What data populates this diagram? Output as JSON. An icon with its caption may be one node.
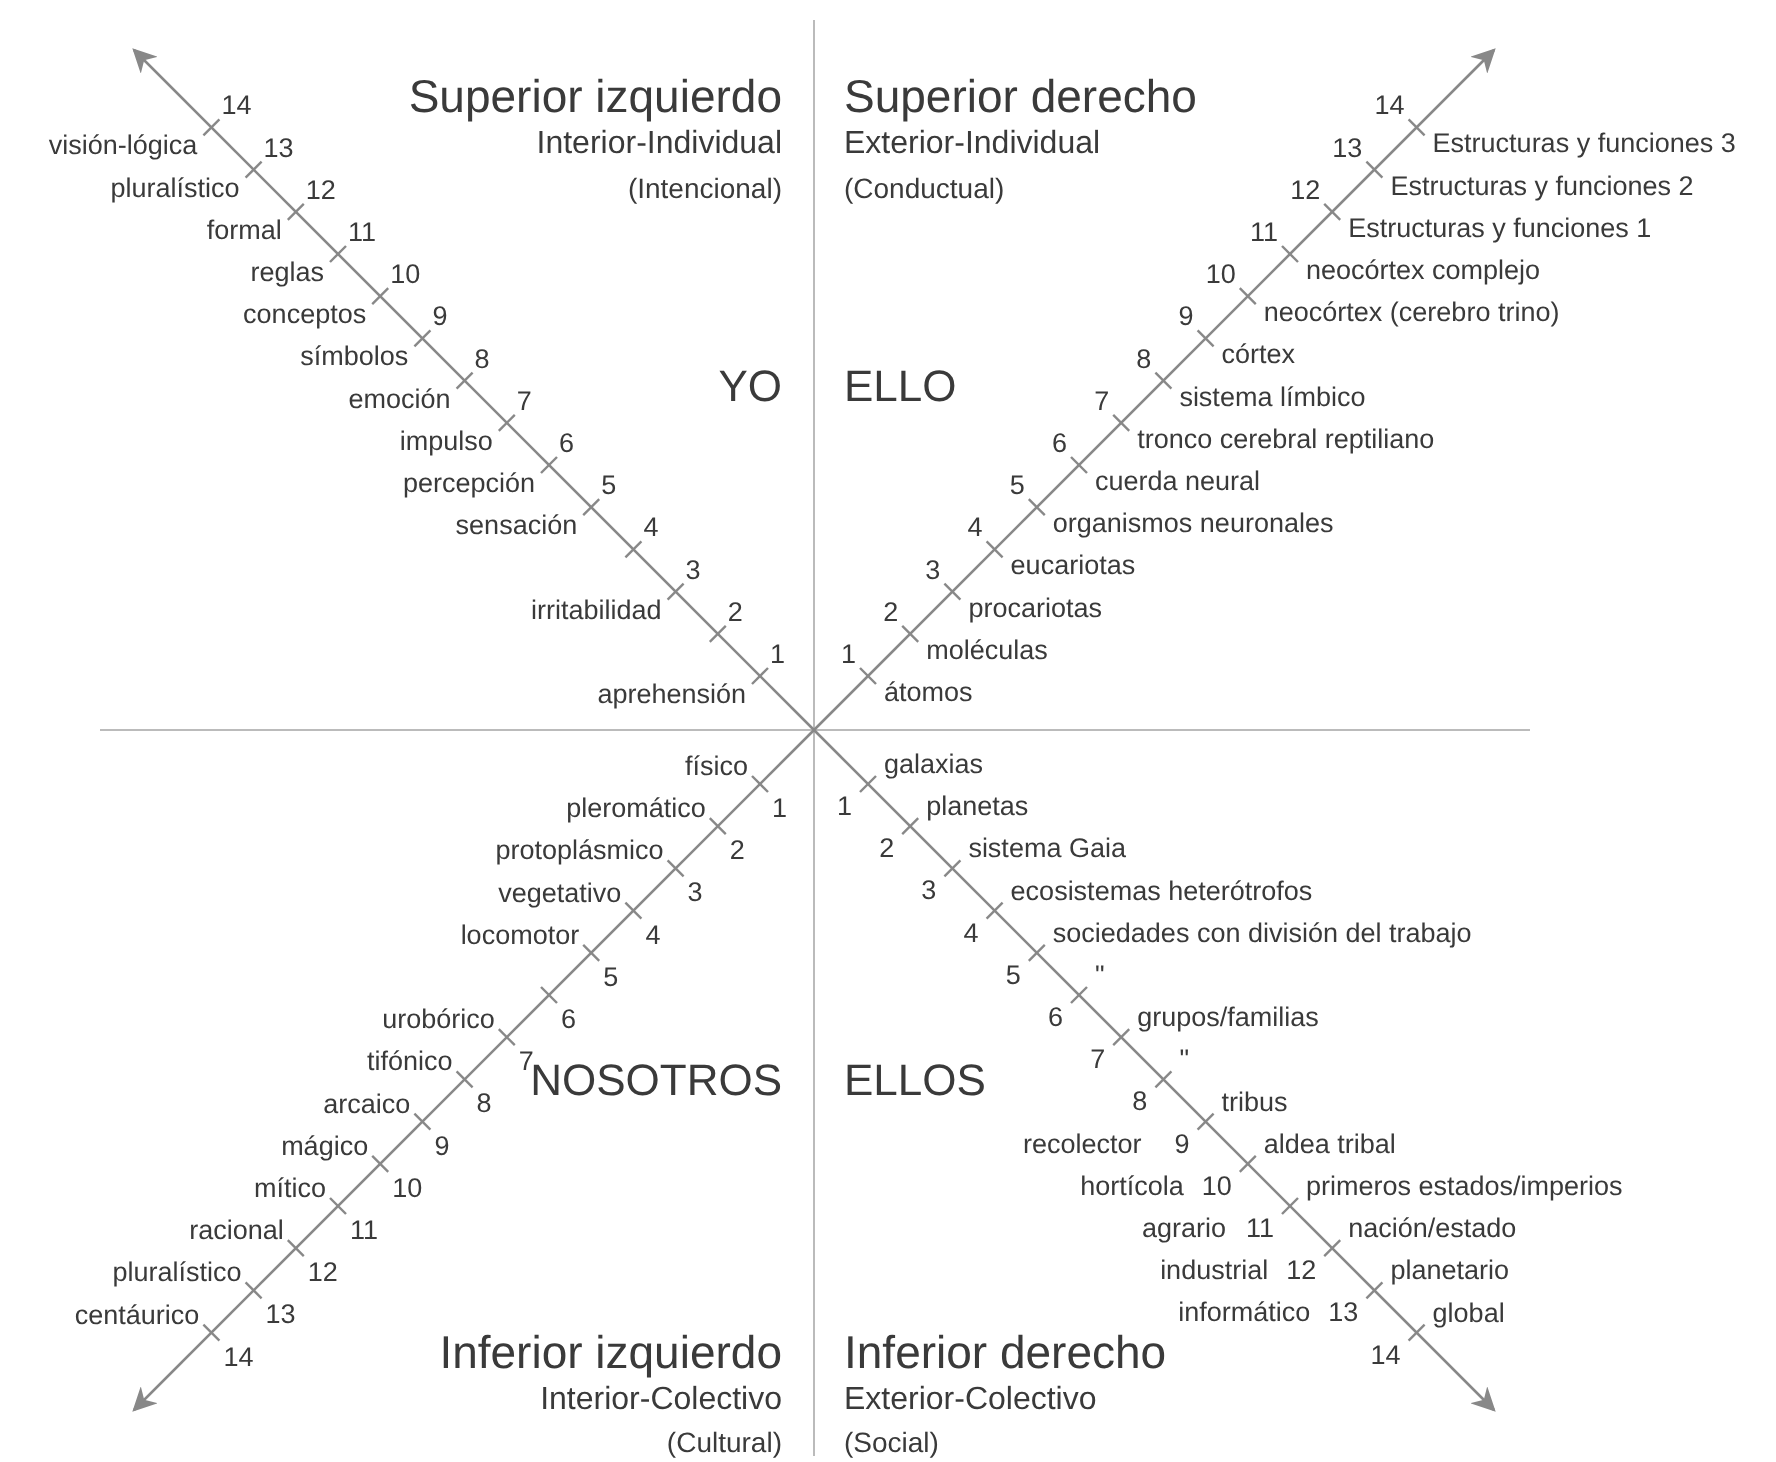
{
  "diagram": {
    "labels": [
      "Superior izquierdo",
      "Interior-Individual",
      "(Intencional)",
      "Superior derecho",
      "Exterior-Individual",
      "(Conductual)",
      "YO",
      "ELLO",
      "14",
      "visión-lógica",
      "13",
      "pluralístico",
      "12",
      "formal",
      "11",
      "reglas",
      "10",
      "conceptos",
      "9",
      "símbolos",
      "8",
      "emoción",
      "7",
      "impulso",
      "6",
      "percepción",
      "5",
      "sensación",
      "4",
      "3",
      "irritabilidad",
      "2",
      "1",
      "aprehensión",
      "14",
      "13",
      "Estructuras y funciones 3",
      "12",
      "Estructuras y funciones 2",
      "11",
      "Estructuras y funciones 1",
      "10",
      "neocórtex complejo",
      "9",
      "neocórtex (cerebro trino)",
      "8",
      "córtex",
      "7",
      "sistema límbico",
      "6",
      "tronco cerebral reptiliano",
      "5",
      "cuerda neural",
      "4",
      "organismos neuronales",
      "3",
      "eucariotas",
      "2",
      "procariotas",
      "1",
      "moléculas",
      "átomos",
      "físico",
      "pleromático",
      "1",
      "protoplásmico",
      "2",
      "vegetativo",
      "3",
      "locomotor",
      "4",
      "5",
      "urobórico",
      "6",
      "tifónico",
      "7",
      "arcaico",
      "8",
      "mágico",
      "9",
      "mítico",
      "10",
      "racional",
      "11",
      "pluralístico",
      "12",
      "centáurico",
      "13",
      "14",
      "galaxias",
      "1",
      "planetas",
      "2",
      "sistema Gaia",
      "3",
      "ecosistemas heterótrofos",
      "4",
      "sociedades con división del trabajo",
      "5",
      "\"",
      "6",
      "grupos/familias",
      "7",
      "\"",
      "8",
      "tribus",
      "recolector",
      "9",
      "aldea tribal",
      "hortícola",
      "10",
      "primeros estados/imperios",
      "agrario",
      "11",
      "nación/estado",
      "industrial",
      "12",
      "planetario",
      "informático",
      "13",
      "global",
      "14",
      "NOSOTROS",
      "ELLOS",
      "Inferior izquierdo",
      "Interior-Colectivo",
      "(Cultural)",
      "Inferior derecho",
      "Exterior-Colectivo",
      "(Social)"
    ]
  }
}
